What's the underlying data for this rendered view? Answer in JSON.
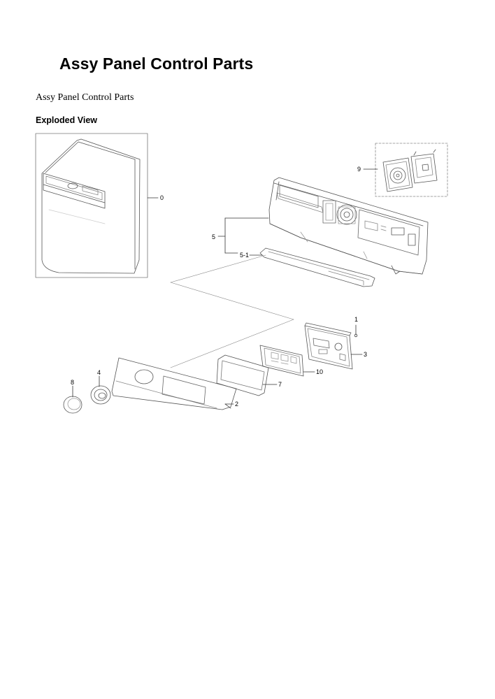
{
  "header": {
    "title": "Assy Panel Control Parts",
    "subtitle": "Assy Panel Control Parts",
    "section": "Exploded View"
  },
  "diagram": {
    "labels": {
      "p0": "0",
      "p1": "1",
      "p2": "2",
      "p3": "3",
      "p4": "4",
      "p5": "5",
      "p5_1": "5-1",
      "p7": "7",
      "p8": "8",
      "p9": "9",
      "p10": "10"
    }
  }
}
